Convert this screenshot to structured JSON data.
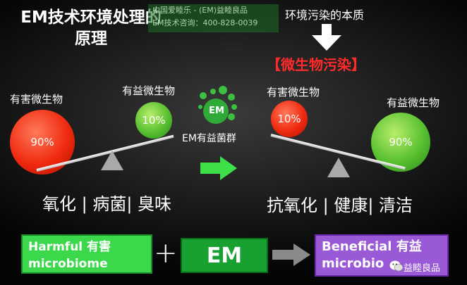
{
  "title": "EM技术环境处理的原理",
  "watermark": {
    "line1": "中国爱睦乐 - (EM)益睦良品",
    "line2": "EM技术咨询：400-828-0039"
  },
  "right_header": {
    "subtitle": "环境污染的本质",
    "pollution_label": "【微生物污染】"
  },
  "left_scale": {
    "harmful_label": "有害微生物",
    "beneficial_label": "有益微生物",
    "harmful_percent": "90%",
    "beneficial_percent": "10%",
    "effect": "氧化 | 病菌| 臭味"
  },
  "em_center": {
    "logo_text": "EM",
    "label": "EM有益菌群"
  },
  "right_scale": {
    "harmful_label": "有害微生物",
    "beneficial_label": "有益微生物",
    "harmful_percent": "10%",
    "beneficial_percent": "90%",
    "effect": "抗氧化 | 健康| 清洁"
  },
  "equation": {
    "harmful_line1": "Harmful 有害",
    "harmful_line2": "microbiome",
    "plus": "+",
    "em": "EM",
    "beneficial_line1": "Beneficial 有益",
    "beneficial_line2": "microbio",
    "wechat_overlay": "益睦良品"
  },
  "colors": {
    "harmful_red": "#f02a10",
    "beneficial_green": "#58c030",
    "arrow_green": "#3ee04a",
    "pollution_red": "#ff2a2a",
    "beneficial_purple": "#9a5ad8"
  }
}
